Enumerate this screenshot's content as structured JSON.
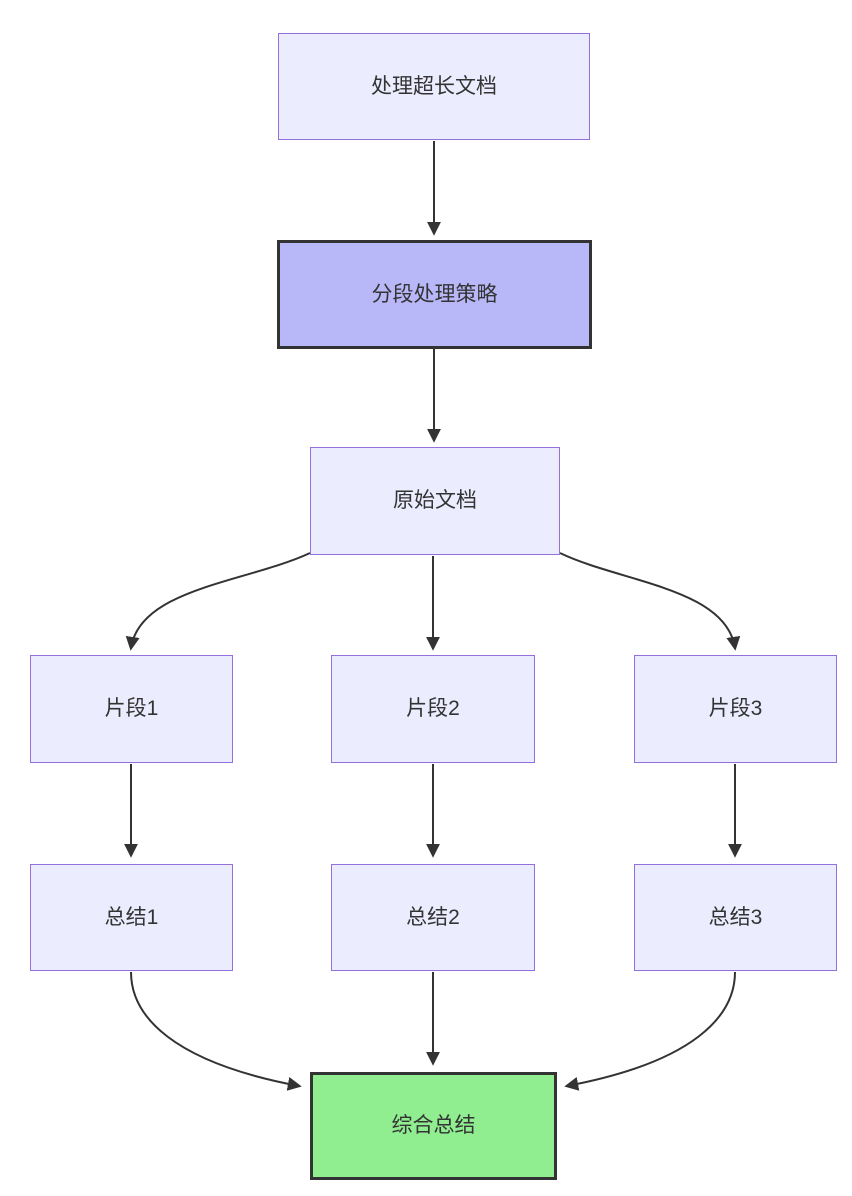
{
  "diagram": {
    "type": "flowchart",
    "direction": "top-down",
    "background": "#ffffff",
    "text_color": "#333333",
    "edge_color": "#333333",
    "default_fill": "#ECECFF",
    "default_stroke": "#9370DB",
    "nodes": [
      {
        "id": "A",
        "label": "处理超长文档",
        "fill": "#ECECFF",
        "stroke": "#9370DB",
        "stroke_width": "1px"
      },
      {
        "id": "B",
        "label": "分段处理策略",
        "fill": "#b8b8f8",
        "stroke": "#333333",
        "stroke_width": "3.5px"
      },
      {
        "id": "C",
        "label": "原始文档",
        "fill": "#ECECFF",
        "stroke": "#9370DB",
        "stroke_width": "1px"
      },
      {
        "id": "D1",
        "label": "片段1",
        "fill": "#ECECFF",
        "stroke": "#9370DB",
        "stroke_width": "1px"
      },
      {
        "id": "D2",
        "label": "片段2",
        "fill": "#ECECFF",
        "stroke": "#9370DB",
        "stroke_width": "1px"
      },
      {
        "id": "D3",
        "label": "片段3",
        "fill": "#ECECFF",
        "stroke": "#9370DB",
        "stroke_width": "1px"
      },
      {
        "id": "E1",
        "label": "总结1",
        "fill": "#ECECFF",
        "stroke": "#9370DB",
        "stroke_width": "1px"
      },
      {
        "id": "E2",
        "label": "总结2",
        "fill": "#ECECFF",
        "stroke": "#9370DB",
        "stroke_width": "1px"
      },
      {
        "id": "E3",
        "label": "总结3",
        "fill": "#ECECFF",
        "stroke": "#9370DB",
        "stroke_width": "1px"
      },
      {
        "id": "F",
        "label": "综合总结",
        "fill": "#90EE90",
        "stroke": "#333333",
        "stroke_width": "3.5px"
      }
    ],
    "edges": [
      {
        "from": "处理超长文档",
        "to": "分段处理策略"
      },
      {
        "from": "分段处理策略",
        "to": "原始文档"
      },
      {
        "from": "原始文档",
        "to": "片段1"
      },
      {
        "from": "原始文档",
        "to": "片段2"
      },
      {
        "from": "原始文档",
        "to": "片段3"
      },
      {
        "from": "片段1",
        "to": "总结1"
      },
      {
        "from": "片段2",
        "to": "总结2"
      },
      {
        "from": "片段3",
        "to": "总结3"
      },
      {
        "from": "总结1",
        "to": "综合总结"
      },
      {
        "from": "总结2",
        "to": "综合总结"
      },
      {
        "from": "总结3",
        "to": "综合总结"
      }
    ]
  }
}
